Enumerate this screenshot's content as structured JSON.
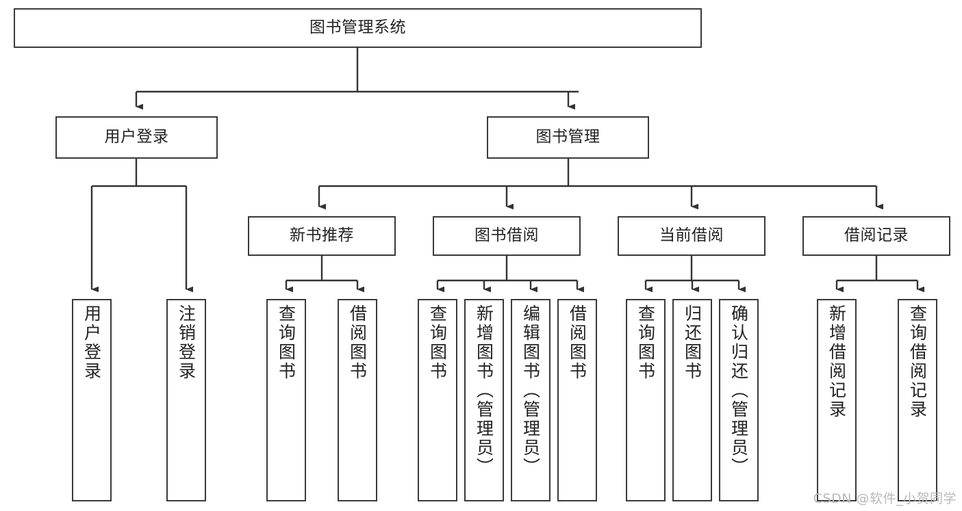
{
  "diagram": {
    "title": "图书管理系统",
    "watermark": "CSDN @软件_小贺同学",
    "colors": {
      "box_border": "#3a3a3a",
      "box_fill": "#ffffff",
      "connector": "#333333",
      "text": "#222222",
      "watermark": "#b9b9b9",
      "background": "#ffffff"
    },
    "nodes": {
      "root": {
        "label": "图书管理系统"
      },
      "level2": [
        {
          "id": "user-login",
          "label": "用户登录"
        },
        {
          "id": "book-management",
          "label": "图书管理"
        }
      ],
      "level3": [
        {
          "id": "new-book-recommend",
          "label": "新书推荐"
        },
        {
          "id": "book-borrow",
          "label": "图书借阅"
        },
        {
          "id": "current-borrow",
          "label": "当前借阅"
        },
        {
          "id": "borrow-record",
          "label": "借阅记录"
        }
      ],
      "leaves": {
        "user-login": [
          {
            "id": "leaf-user-login",
            "label": "用户登录"
          },
          {
            "id": "leaf-logout-login",
            "label": "注销登录"
          }
        ],
        "new-book-recommend": [
          {
            "id": "leaf-query-book-1",
            "label": "查询图书"
          },
          {
            "id": "leaf-borrow-book-1",
            "label": "借阅图书"
          }
        ],
        "book-borrow": [
          {
            "id": "leaf-query-book-2",
            "label": "查询图书"
          },
          {
            "id": "leaf-add-book",
            "label": "新增图书（管理员）"
          },
          {
            "id": "leaf-edit-book",
            "label": "编辑图书（管理员）"
          },
          {
            "id": "leaf-borrow-book-2",
            "label": "借阅图书"
          }
        ],
        "current-borrow": [
          {
            "id": "leaf-query-book-3",
            "label": "查询图书"
          },
          {
            "id": "leaf-return-book",
            "label": "归还图书"
          },
          {
            "id": "leaf-confirm-return",
            "label": "确认归还（管理员）"
          }
        ],
        "borrow-record": [
          {
            "id": "leaf-add-record",
            "label": "新增借阅记录"
          },
          {
            "id": "leaf-query-record",
            "label": "查询借阅记录"
          }
        ]
      }
    }
  }
}
